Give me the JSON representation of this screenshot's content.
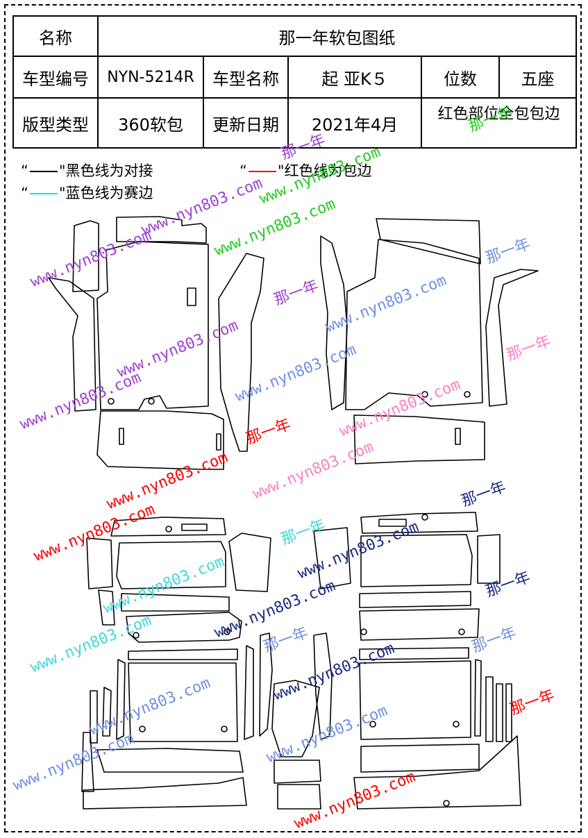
{
  "table": {
    "r1": {
      "label": "名称",
      "value": "那一年软包图纸"
    },
    "r2": {
      "label_a": "车型编号",
      "value_a": "NYN-5214R",
      "label_b": "车型名称",
      "value_b": "起 亚K５",
      "label_c": "位数",
      "value_c": "五座"
    },
    "r3": {
      "label_a": "版型类型",
      "value_a": "360软包",
      "label_b": "更新日期",
      "value_b": "2021年4月",
      "note": "红色部位全包包边"
    }
  },
  "legend": {
    "black": "\"黑色线为对接",
    "red": "\"红色线为包边",
    "blue": "\"蓝色线为赛边",
    "quote": "“"
  },
  "watermark": {
    "url": "www.nyn803.com",
    "cn": "那一年"
  },
  "colors": {
    "black_line": "#000000",
    "red_line": "#ff0000",
    "blue_line": "#00e5ee",
    "purple": "#a040d0",
    "green": "#22cc22",
    "red": "#ff0000",
    "pink": "#ff80c0",
    "blue": "#7090e0",
    "cyan": "#40d8e0",
    "navy": "#1a2a80"
  }
}
